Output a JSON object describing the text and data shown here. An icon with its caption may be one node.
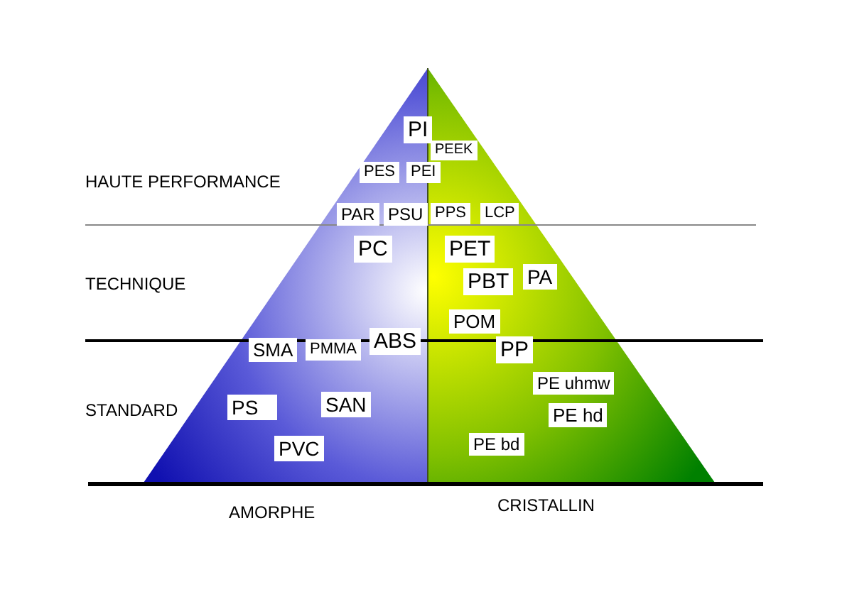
{
  "diagram": {
    "nodes": [
      {
        "text": [
          "PI"
        ]
      },
      {
        "text": [
          "PEEK"
        ]
      },
      {
        "text": [
          "PES"
        ]
      },
      {
        "text": [
          "PEI"
        ]
      },
      {
        "text": [
          "PAR"
        ]
      },
      {
        "text": [
          "PSU"
        ]
      },
      {
        "text": [
          "PPS"
        ]
      },
      {
        "text": [
          "LCP"
        ]
      },
      {
        "text": [
          "PC"
        ]
      },
      {
        "text": [
          "PET"
        ]
      },
      {
        "text": [
          "PBT"
        ]
      },
      {
        "text": [
          "PA"
        ]
      },
      {
        "text": [
          "POM"
        ]
      },
      {
        "text": [
          "SMA"
        ]
      },
      {
        "text": [
          "PMMA"
        ]
      },
      {
        "text": [
          "ABS"
        ]
      },
      {
        "text": [
          "PP"
        ]
      },
      {
        "text": [
          "PE uhmw"
        ]
      },
      {
        "text": [
          "PS"
        ]
      },
      {
        "text": [
          "SAN"
        ]
      },
      {
        "text": [
          "PE hd"
        ]
      },
      {
        "text": [
          "PVC"
        ]
      },
      {
        "text": [
          "PE bd"
        ]
      }
    ],
    "labels": [
      "HAUTE PERFORMANCE",
      "TECHNIQUE",
      "STANDARD",
      "AMORPHE",
      "CRISTALLIN"
    ]
  }
}
